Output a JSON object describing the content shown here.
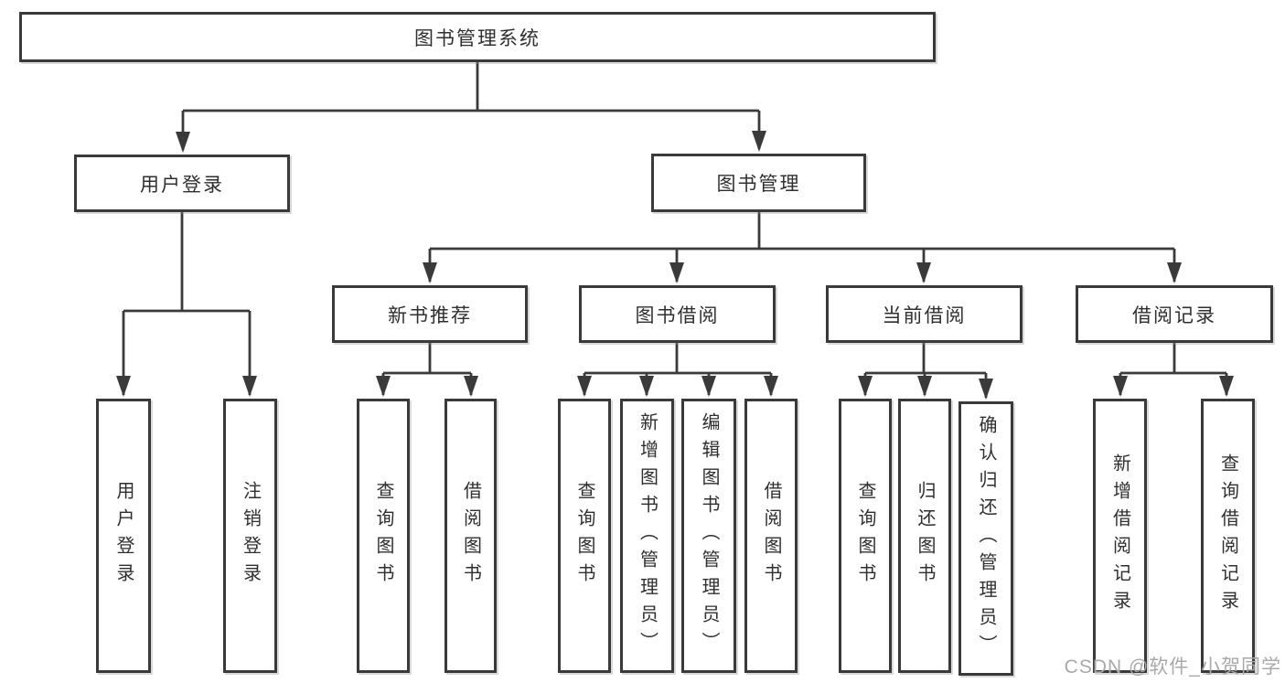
{
  "diagram_title": "图书管理系统",
  "colors": {
    "line": "#3a3a3a",
    "box_border": "#3a3a3a",
    "box_fill": "#ffffff",
    "text": "#2f2f2f",
    "watermark": "#a9a9a9"
  },
  "nodes": {
    "root": {
      "label": "图书管理系统"
    },
    "user_login": {
      "label": "用户登录"
    },
    "book_mgmt": {
      "label": "图书管理"
    },
    "new_book_rec": {
      "label": "新书推荐"
    },
    "book_borrow": {
      "label": "图书借阅"
    },
    "current_borrow": {
      "label": "当前借阅"
    },
    "borrow_records": {
      "label": "借阅记录"
    },
    "user_login_leaf": {
      "label": "用户登录"
    },
    "logout_leaf": {
      "label": "注销登录"
    },
    "query_book_rec": {
      "label": "查询图书"
    },
    "borrow_book_rec": {
      "label": "借阅图书"
    },
    "query_book_borrow": {
      "label": "查询图书"
    },
    "add_book": {
      "label": "新增图书（管理员）"
    },
    "edit_book": {
      "label": "编辑图书（管理员）"
    },
    "borrow_book_leaf": {
      "label": "借阅图书"
    },
    "query_book_current": {
      "label": "查询图书"
    },
    "return_book": {
      "label": "归还图书"
    },
    "confirm_return": {
      "label": "确认归还（管理员）"
    },
    "add_borrow_record": {
      "label": "新增借阅记录"
    },
    "query_borrow_record": {
      "label": "查询借阅记录"
    }
  },
  "hierarchy": {
    "图书管理系统": [
      "用户登录",
      "图书管理"
    ],
    "用户登录": [
      "用户登录",
      "注销登录"
    ],
    "图书管理": [
      "新书推荐",
      "图书借阅",
      "当前借阅",
      "借阅记录"
    ],
    "新书推荐": [
      "查询图书",
      "借阅图书"
    ],
    "图书借阅": [
      "查询图书",
      "新增图书（管理员）",
      "编辑图书（管理员）",
      "借阅图书"
    ],
    "当前借阅": [
      "查询图书",
      "归还图书",
      "确认归还（管理员）"
    ],
    "借阅记录": [
      "新增借阅记录",
      "查询借阅记录"
    ]
  },
  "watermark": {
    "text": "CSDN @软件_小贺同学"
  }
}
